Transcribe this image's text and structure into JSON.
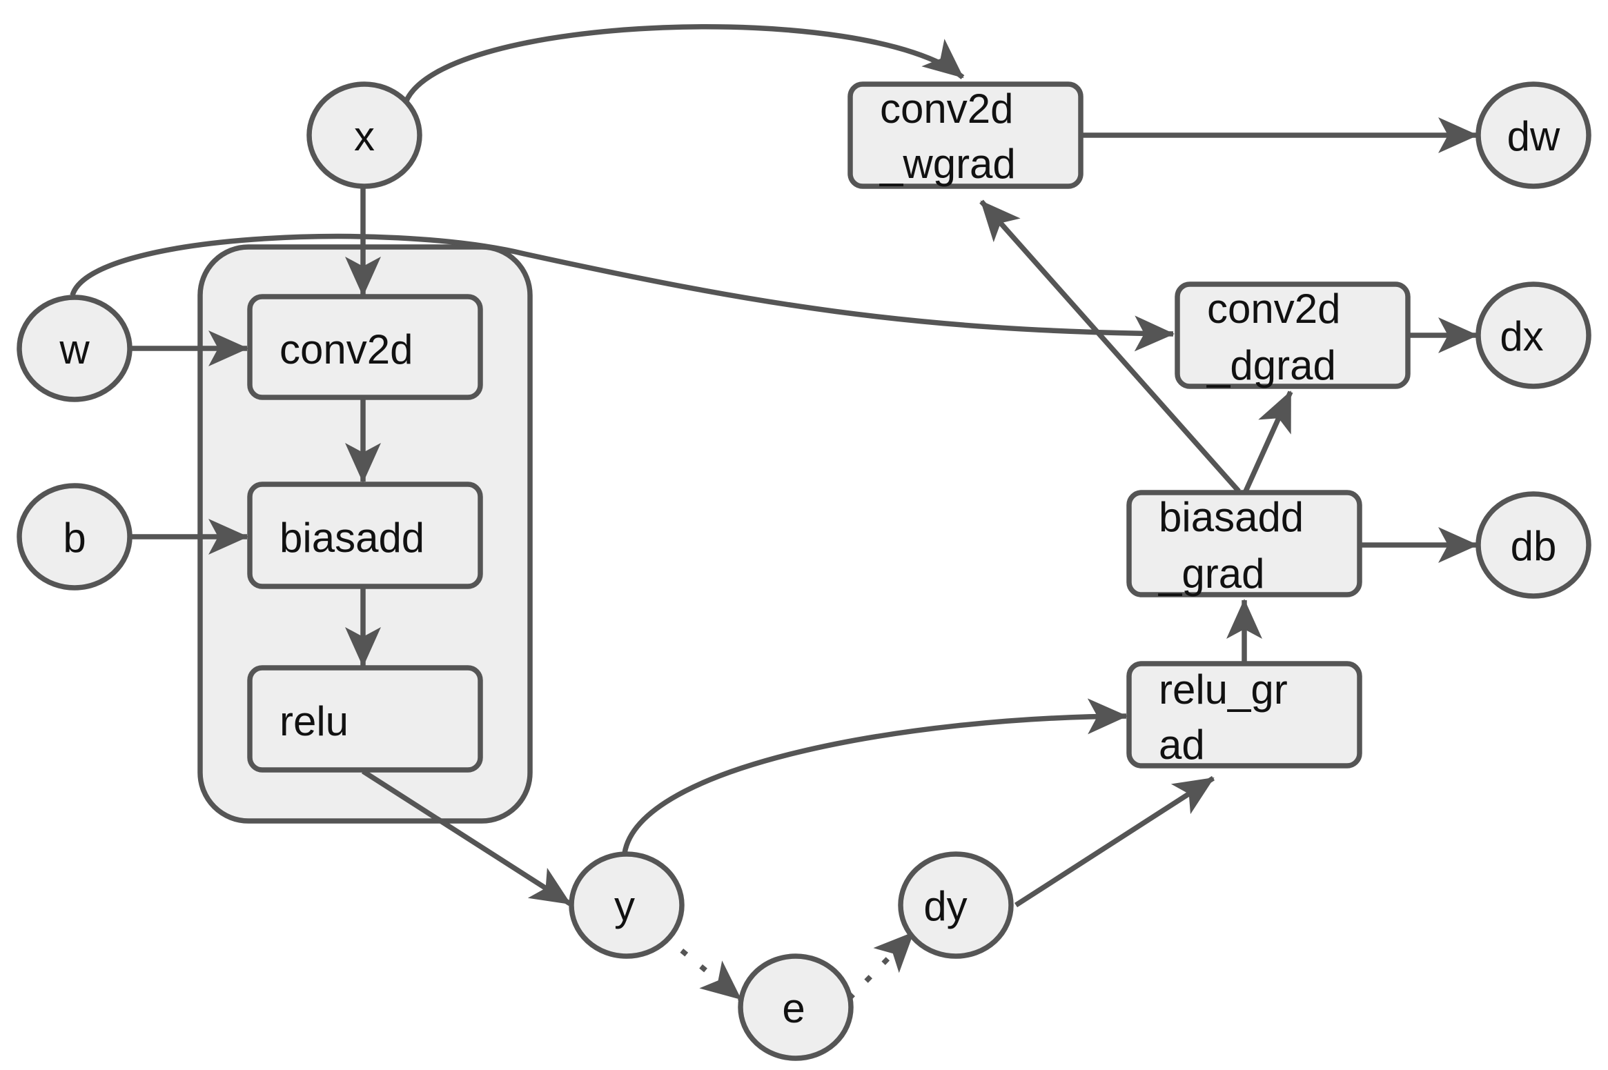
{
  "colors": {
    "node_fill": "#eeeeee",
    "stroke": "#555555",
    "text": "#111111"
  },
  "nodes": {
    "x": "x",
    "w": "w",
    "b": "b",
    "y": "y",
    "e": "e",
    "dy": "dy",
    "dw": "dw",
    "dx": "dx",
    "db": "db",
    "conv2d": "conv2d",
    "biasadd": "biasadd",
    "relu": "relu",
    "conv2d_wgrad": [
      "conv2d",
      "_wgrad"
    ],
    "conv2d_dgrad": [
      "conv2d",
      "_dgrad"
    ],
    "biasadd_grad": [
      "biasadd",
      "_grad"
    ],
    "relu_grad": [
      "relu_gr",
      "ad"
    ]
  }
}
